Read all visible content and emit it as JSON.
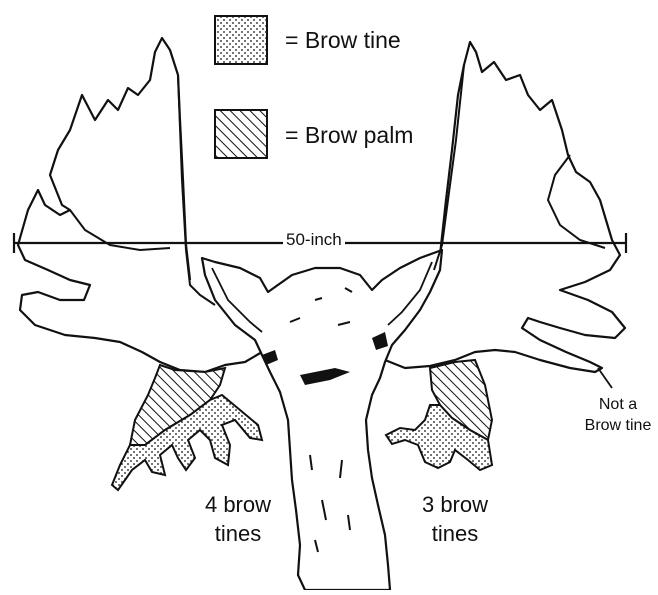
{
  "legend": {
    "brow_tine_label": "= Brow tine",
    "brow_palm_label": "= Brow palm"
  },
  "measurement": {
    "label": "50-inch"
  },
  "annotations": {
    "left_count_line1": "4 brow",
    "left_count_line2": "tines",
    "right_count_line1": "3 brow",
    "right_count_line2": "tines",
    "not_brow_line1": "Not a",
    "not_brow_line2": "Brow tine"
  },
  "colors": {
    "ink": "#111111",
    "background": "#ffffff"
  },
  "icons": {
    "brow_tine": "dotted-square-icon",
    "brow_palm": "hatched-square-icon"
  }
}
